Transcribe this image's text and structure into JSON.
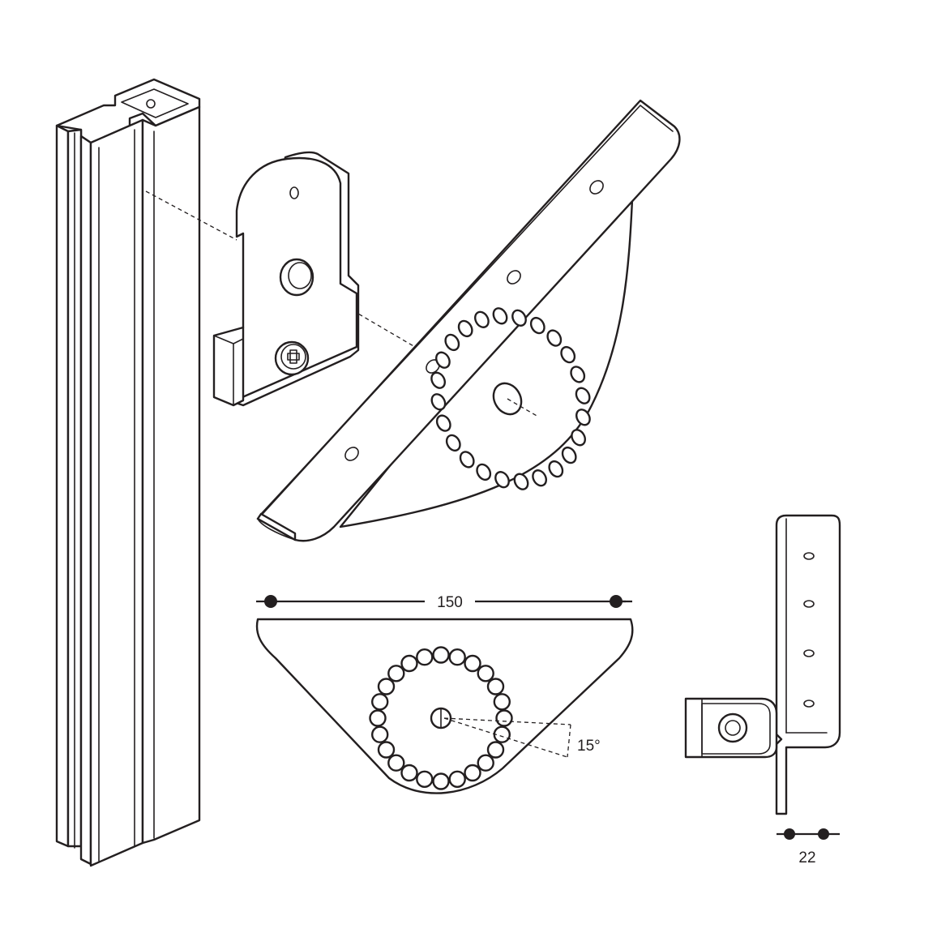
{
  "diagram": {
    "line_color": "#231f20",
    "background": "#ffffff",
    "dimensions": {
      "width_label": "150",
      "angle_label": "15°",
      "depth_label": "22"
    },
    "dial": {
      "hole_count": 24,
      "step_degrees": 15
    }
  }
}
